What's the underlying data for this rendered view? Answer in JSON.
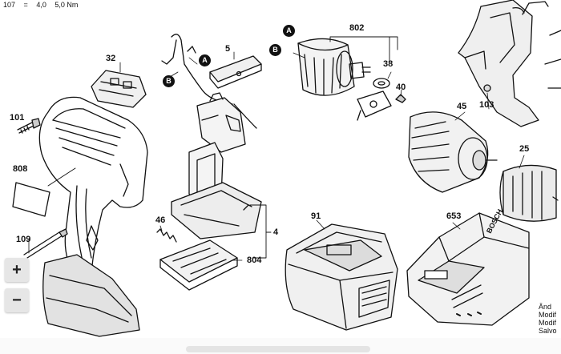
{
  "header": {
    "values": [
      "107",
      "=",
      "4,0",
      "5,0 Nm"
    ]
  },
  "ref_markers": {
    "a": "A",
    "b": "B"
  },
  "labels": {
    "p802": "802",
    "p32": "32",
    "p5": "5",
    "p38": "38",
    "p40": "40",
    "p103": "103",
    "p101": "101",
    "p45": "45",
    "p808": "808",
    "p25": "25",
    "p46": "46",
    "p4": "4",
    "p91": "91",
    "p653": "653",
    "p109": "109",
    "p804": "804"
  },
  "charger_brand": "BOSCH",
  "side_notes": [
    "Änd",
    "Modif",
    "Modif",
    "Salvo"
  ],
  "zoom": {
    "in": "+",
    "out": "−"
  }
}
